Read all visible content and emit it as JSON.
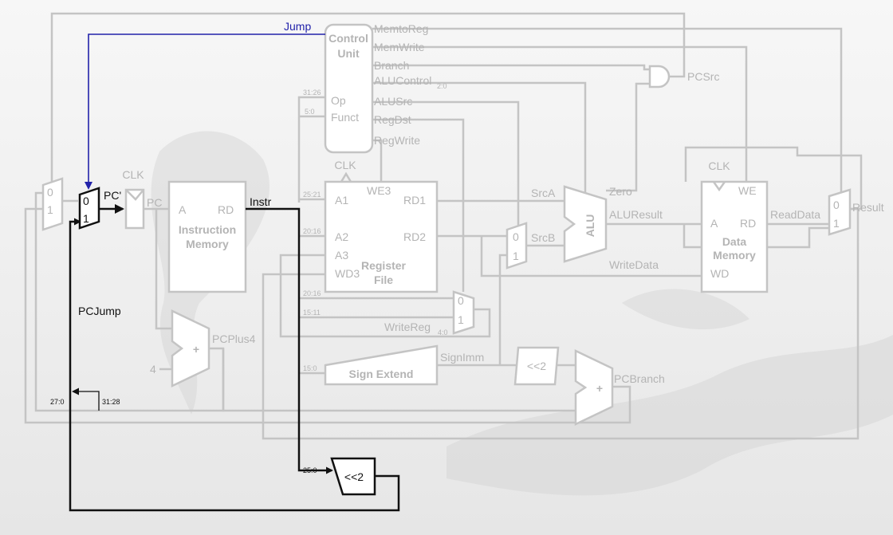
{
  "signals": {
    "jump": "Jump",
    "memtoreg": "MemtoReg",
    "memwrite": "MemWrite",
    "branch": "Branch",
    "alucontrol": "ALUControl",
    "alucontrol_bits": "2:0",
    "alusrc": "ALUSrc",
    "regdst": "RegDst",
    "regwrite": "RegWrite",
    "pcsrc": "PCSrc",
    "pc_prime": "PC'",
    "pc": "PC",
    "instr": "Instr",
    "srca": "SrcA",
    "srcb": "SrcB",
    "zero": "Zero",
    "aluresult": "ALUResult",
    "writedata": "WriteData",
    "readdata": "ReadData",
    "result": "Result",
    "pcplus4": "PCPlus4",
    "signimm": "SignImm",
    "pcbranch": "PCBranch",
    "pcjump": "PCJump",
    "writereg": "WriteReg",
    "writereg_bits": "4:0"
  },
  "blocks": {
    "control_unit": {
      "line1": "Control",
      "line2": "Unit",
      "op": "Op",
      "funct": "Funct"
    },
    "instruction_memory": {
      "line1": "Instruction",
      "line2": "Memory",
      "a": "A",
      "rd": "RD"
    },
    "register_file": {
      "line1": "Register",
      "line2": "File",
      "we3": "WE3",
      "a1": "A1",
      "a2": "A2",
      "a3": "A3",
      "wd3": "WD3",
      "rd1": "RD1",
      "rd2": "RD2"
    },
    "data_memory": {
      "line1": "Data",
      "line2": "Memory",
      "we": "WE",
      "a": "A",
      "rd": "RD",
      "wd": "WD"
    },
    "alu": "ALU",
    "sign_extend": "Sign Extend",
    "shift_left": "<<2",
    "shift_left_jump": "<<2",
    "clk": "CLK",
    "adder_plus": "+",
    "const_four": "4"
  },
  "mux": {
    "zero": "0",
    "one": "1"
  },
  "bit_fields": {
    "op": "31:26",
    "funct": "5:0",
    "rs": "25:21",
    "rt": "20:16",
    "rt_mux": "20:16",
    "rd": "15:11",
    "imm": "15:0",
    "jump_addr": "25:0",
    "pc_low": "27:0",
    "pc_high": "31:28"
  }
}
